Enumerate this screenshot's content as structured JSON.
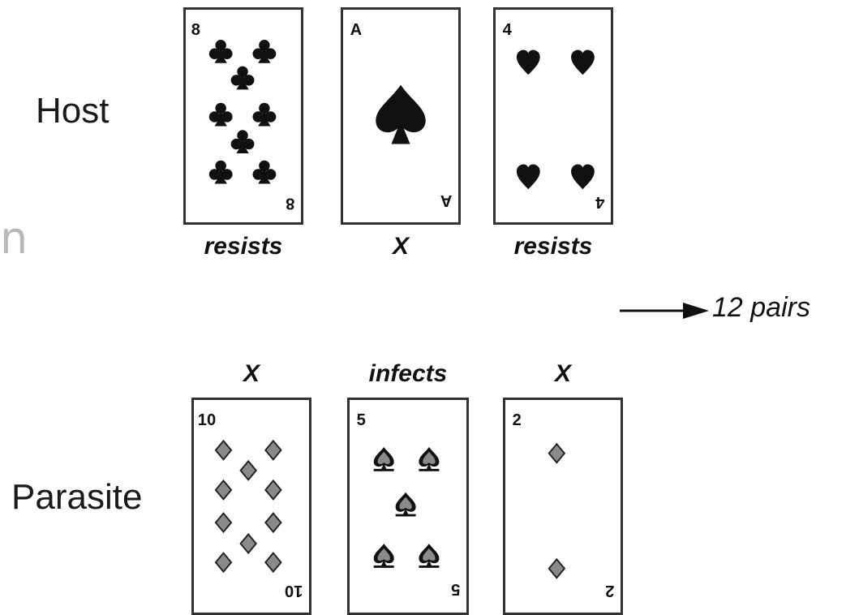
{
  "rows": {
    "host_label": "Host",
    "parasite_label": "Parasite"
  },
  "stray_text": "n",
  "host_cards": [
    {
      "rank": "8",
      "suit": "club",
      "outcome": "resists"
    },
    {
      "rank": "A",
      "suit": "spade",
      "outcome": "X"
    },
    {
      "rank": "4",
      "suit": "heart",
      "outcome": "resists"
    }
  ],
  "parasite_cards": [
    {
      "rank": "10",
      "suit": "diamond",
      "outcome": "X"
    },
    {
      "rank": "5",
      "suit": "spade",
      "outcome": "infects"
    },
    {
      "rank": "2",
      "suit": "diamond",
      "outcome": "X"
    }
  ],
  "arrow": {
    "label": "12 pairs"
  },
  "colors": {
    "black_suit": "#111111",
    "grey_suit": "#8a8a8a",
    "border": "#333333"
  }
}
